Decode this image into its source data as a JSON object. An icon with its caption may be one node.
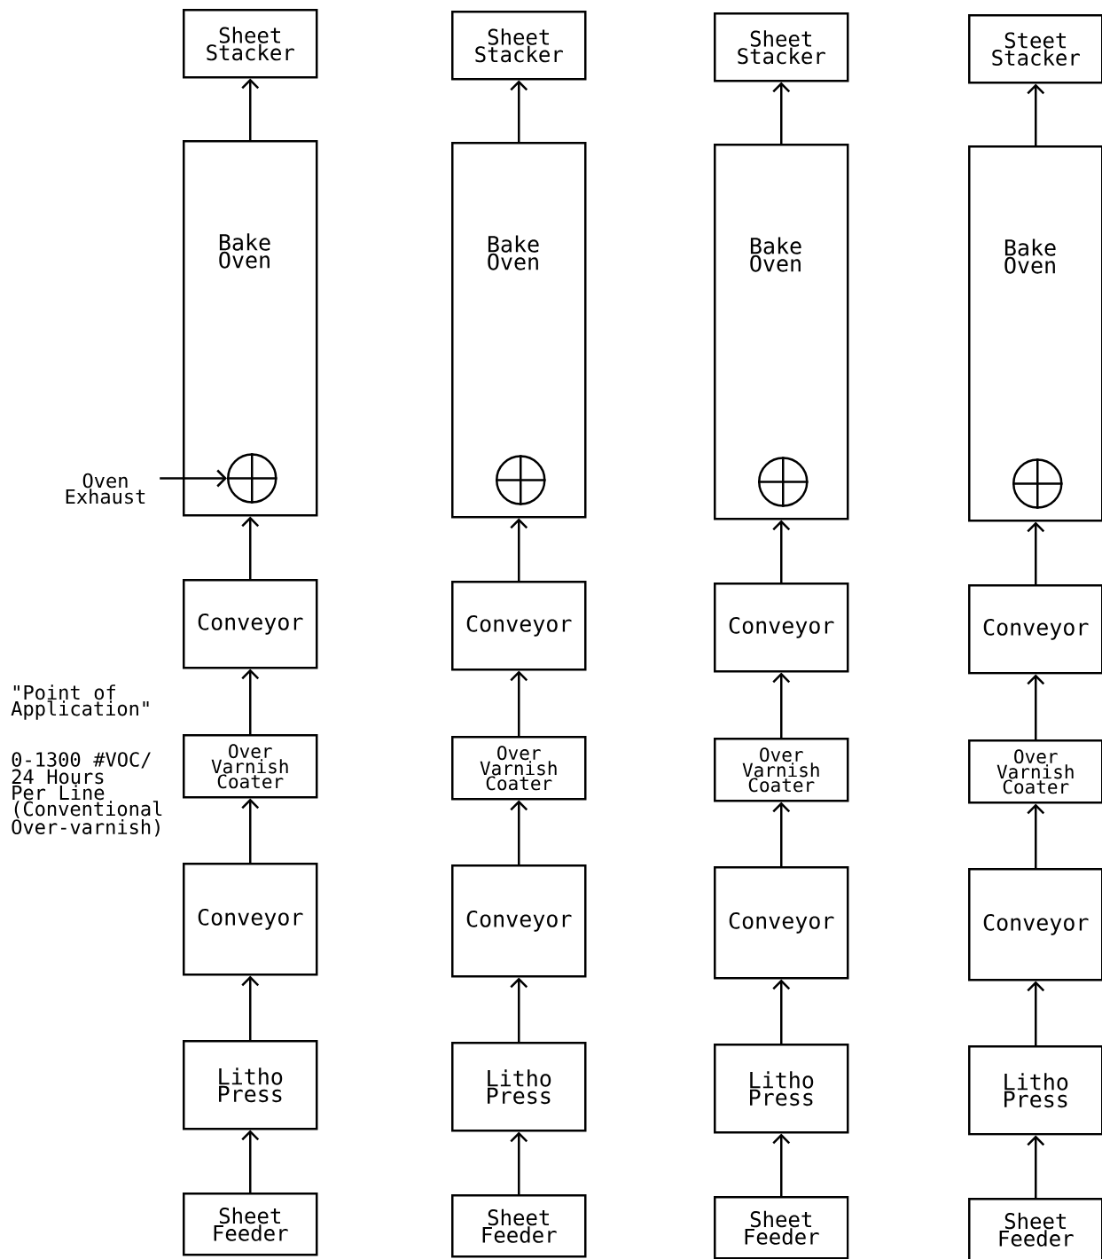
{
  "diagram": {
    "nodes": [
      {
        "text": [
          "Sheet Stacker"
        ]
      },
      {
        "text": [
          "Bake Oven"
        ]
      },
      {
        "text": [],
        "shape": "circle",
        "in": 1
      },
      {
        "text": [
          "Conveyor"
        ]
      },
      {
        "text": [
          "Over Varnish Coater"
        ]
      },
      {
        "text": [
          "Conveyor"
        ]
      },
      {
        "text": [
          "Litho Press"
        ]
      },
      {
        "text": [
          "Sheet Feeder"
        ]
      },
      {
        "text": [
          "Sheet Stacker"
        ]
      },
      {
        "text": [
          "Bake Oven"
        ]
      },
      {
        "text": [],
        "shape": "circle",
        "in": 9
      },
      {
        "text": [
          "Conveyor"
        ]
      },
      {
        "text": [
          "Over Varnish Coater"
        ]
      },
      {
        "text": [
          "Conveyor"
        ]
      },
      {
        "text": [
          "Litho Press"
        ]
      },
      {
        "text": [
          "Sheet Feeder"
        ]
      },
      {
        "text": [
          "Sheet Stacker"
        ]
      },
      {
        "text": [
          "Bake Oven"
        ]
      },
      {
        "text": [],
        "shape": "circle",
        "in": 17
      },
      {
        "text": [
          "Conveyor"
        ]
      },
      {
        "text": [
          "Over Varnish Coater"
        ]
      },
      {
        "text": [
          "Conveyor"
        ]
      },
      {
        "text": [
          "Litho Press"
        ]
      },
      {
        "text": [
          "Sheet Feeder"
        ]
      },
      {
        "text": [
          "Steet Stacker"
        ]
      },
      {
        "text": [
          "Bake Oven"
        ]
      },
      {
        "text": [],
        "shape": "circle",
        "in": 25
      },
      {
        "text": [
          "Conveyor"
        ]
      },
      {
        "text": [
          "Over Varnish Coater"
        ]
      },
      {
        "text": [
          "Conveyor"
        ]
      },
      {
        "text": [
          "Litho Press"
        ]
      },
      {
        "text": [
          "Sheet Feeder"
        ]
      },
      {
        "text": [
          "Oven Exhaust"
        ]
      }
    ],
    "edges": [
      {
        "from": 7,
        "to": 6,
        "arrow": "to"
      },
      {
        "from": 6,
        "to": 5,
        "arrow": "to"
      },
      {
        "from": 5,
        "to": 4,
        "arrow": "to"
      },
      {
        "from": 4,
        "to": 3,
        "arrow": "to"
      },
      {
        "from": 3,
        "to": 1,
        "arrow": "to"
      },
      {
        "from": 1,
        "to": 0,
        "arrow": "to"
      },
      {
        "from": 15,
        "to": 14,
        "arrow": "to"
      },
      {
        "from": 14,
        "to": 13,
        "arrow": "to"
      },
      {
        "from": 13,
        "to": 12,
        "arrow": "to"
      },
      {
        "from": 12,
        "to": 11,
        "arrow": "to"
      },
      {
        "from": 11,
        "to": 9,
        "arrow": "to"
      },
      {
        "from": 9,
        "to": 8,
        "arrow": "to"
      },
      {
        "from": 23,
        "to": 22,
        "arrow": "to"
      },
      {
        "from": 22,
        "to": 21,
        "arrow": "to"
      },
      {
        "from": 21,
        "to": 20,
        "arrow": "to"
      },
      {
        "from": 20,
        "to": 19,
        "arrow": "to"
      },
      {
        "from": 19,
        "to": 17,
        "arrow": "to"
      },
      {
        "from": 17,
        "to": 16,
        "arrow": "to"
      },
      {
        "from": 31,
        "to": 30,
        "arrow": "to"
      },
      {
        "from": 30,
        "to": 29,
        "arrow": "to"
      },
      {
        "from": 29,
        "to": 28,
        "arrow": "to"
      },
      {
        "from": 28,
        "to": 27,
        "arrow": "to"
      },
      {
        "from": 27,
        "to": 25,
        "arrow": "to"
      },
      {
        "from": 25,
        "to": 24,
        "arrow": "to"
      },
      {
        "from": 32,
        "to": 2,
        "arrow": "to"
      }
    ],
    "labels": [
      "\"Point of Application\"",
      "0-1300 #VOC/ 24 Hours Per Line (Conventional Over-varnish)"
    ]
  }
}
